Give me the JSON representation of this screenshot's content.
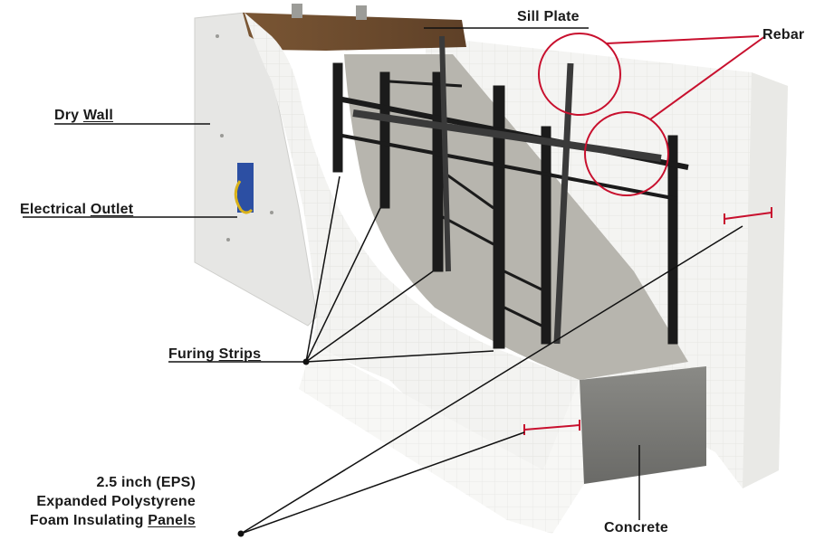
{
  "labels": {
    "sill_plate": "Sill Plate",
    "rebar": "Rebar",
    "dry_wall_a": "Dry ",
    "dry_wall_b": "Wall",
    "electrical_outlet_a": "Electrical ",
    "electrical_outlet_b": "Outlet",
    "furing_strips_a": "Furing ",
    "furing_strips_b": "Strips",
    "eps_line1": "2.5 inch (EPS)",
    "eps_line2": "Expanded Polystyrene",
    "eps_line3_a": "Foam Insulating ",
    "eps_line3_b": "Panels",
    "concrete": "Concrete"
  },
  "colors": {
    "foam": "#f4f4f2",
    "drywall": "#e6e6e4",
    "concrete": "#7b7b78",
    "sill_wood": "#6b4a2e",
    "strips": "#1b1b1b",
    "callout_red": "#c8102e",
    "leader": "#111111"
  }
}
